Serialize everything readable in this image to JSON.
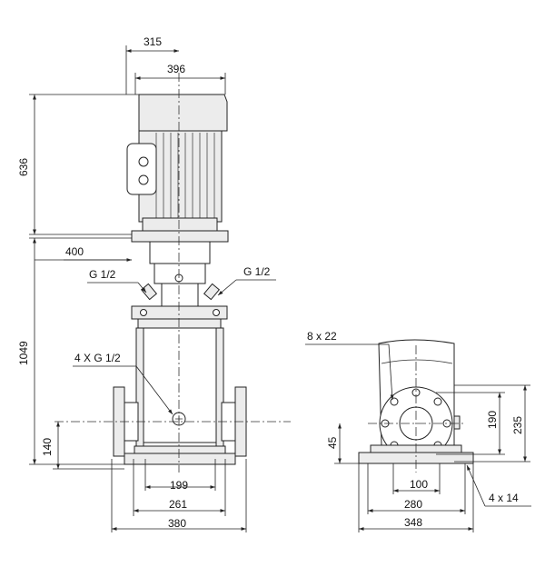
{
  "dimensions": {
    "d315": "315",
    "d396": "396",
    "d636": "636",
    "d400": "400",
    "d1049": "1049",
    "d140": "140",
    "d199": "199",
    "d261": "261",
    "d380": "380",
    "d45": "45",
    "d100": "100",
    "d280": "280",
    "d348": "348",
    "d190": "190",
    "d235": "235"
  },
  "callouts": {
    "g12_left": "G 1/2",
    "g12_right": "G 1/2",
    "g12_four": "4 X G 1/2",
    "holes_flange": "8 x 22",
    "holes_base": "4 x 14"
  }
}
